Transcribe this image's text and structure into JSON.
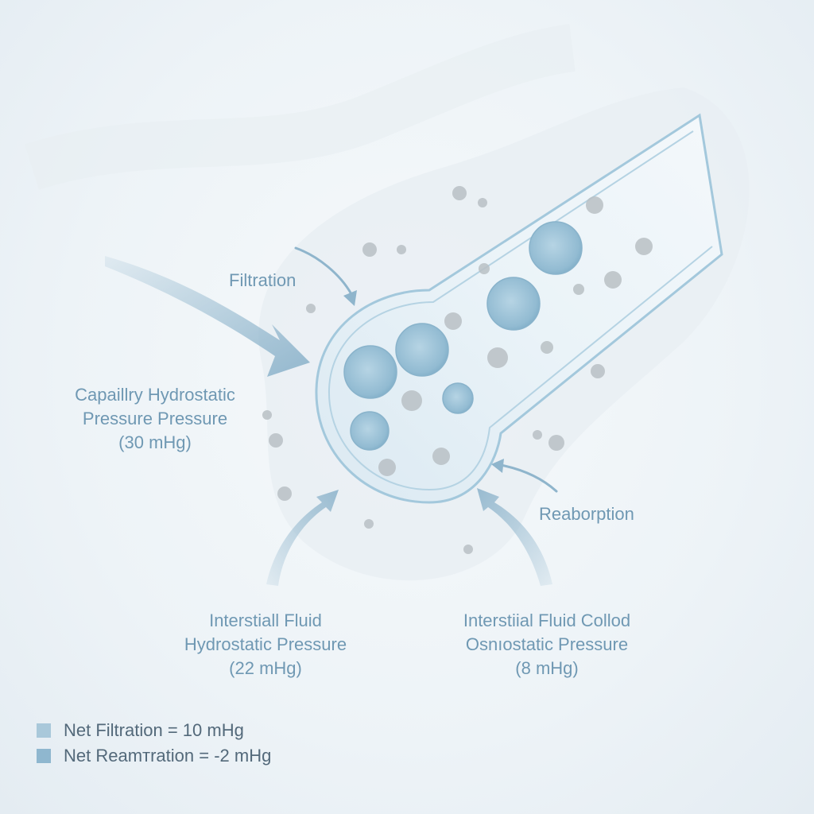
{
  "colors": {
    "label": "#6f98b3",
    "arrow": "#8fb5cc",
    "capillary_wall": "#9dc4db",
    "rbc": "#9ec3d8",
    "particle": "#b9bfc4",
    "legend_text": "#53697a"
  },
  "labels": {
    "filtration": "Filtration",
    "reabsorption": "Reaborption",
    "capillary_hydrostatic": {
      "lines": [
        "Capaillry Hydrostatic",
        "Pressure Pressure",
        "(30 mHg)"
      ]
    },
    "interstitial_hydrostatic": {
      "lines": [
        "Interstiall Fluid",
        "Hydrostatic Pressure",
        "(22 mHg)"
      ]
    },
    "interstitial_colloid": {
      "lines": [
        "Interstiial Fluid Collod",
        "Osnıostatic Pressure",
        "(8 mHg)"
      ]
    }
  },
  "legend": [
    {
      "text": "Net Filtration = 10 mHg",
      "color": "#a9c8da"
    },
    {
      "text": "Net Reamтration = -2 mHg",
      "color": "#8fb7cf"
    }
  ]
}
